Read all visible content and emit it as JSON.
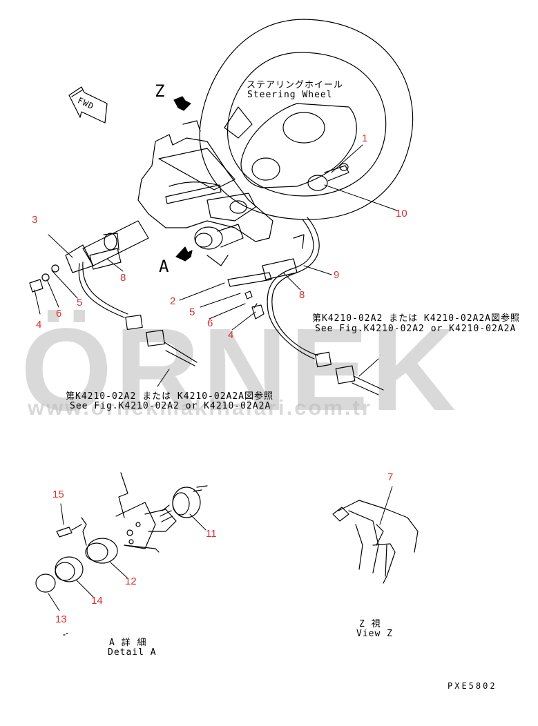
{
  "steering_label": {
    "jp": "ステアリングホイール",
    "en": "Steering Wheel"
  },
  "view_markers": {
    "z": "Z",
    "a": "A"
  },
  "fwd_label": "FWD",
  "refs": [
    {
      "jp": "第K4210-02A2 または K4210-02A2A図参照",
      "en": "See Fig.K4210-02A2 or K4210-02A2A"
    },
    {
      "jp": "第K4210-02A2 または K4210-02A2A図参照",
      "en": "See Fig.K4210-02A2 or K4210-02A2A"
    }
  ],
  "part_numbers": [
    "1",
    "2",
    "3",
    "4",
    "4",
    "5",
    "5",
    "6",
    "6",
    "7",
    "8",
    "8",
    "9",
    "10",
    "11",
    "12",
    "13",
    "14",
    "15"
  ],
  "detail_a": {
    "jp": "A 詳 細",
    "en": "Detail A"
  },
  "view_z": {
    "jp": "Z  視",
    "en": "View Z"
  },
  "drawing_code": "PXE5802",
  "watermark": {
    "main": "ÖRNEK",
    "url": "www.ornekmakinalari.com.tr"
  },
  "colors": {
    "callout": "#d8302e",
    "watermark": "#b9b9b9",
    "accent": "#f2c45a"
  }
}
